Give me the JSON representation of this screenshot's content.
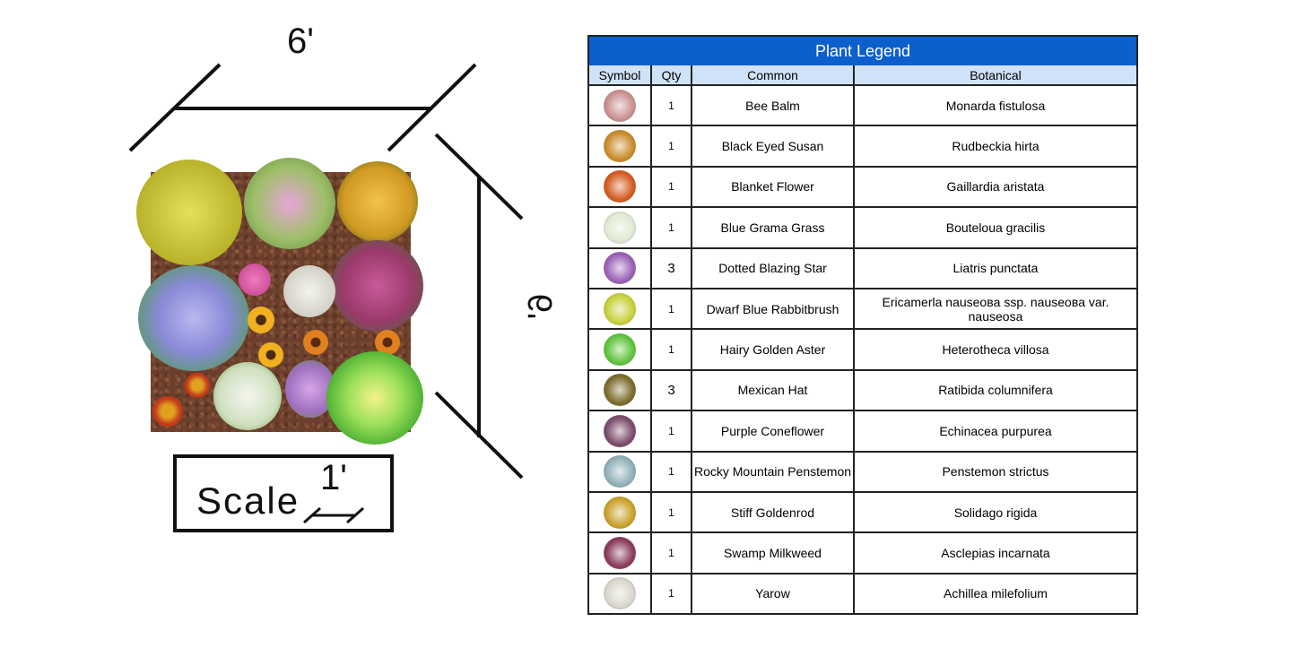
{
  "plan": {
    "width_label": "6'",
    "length_label": "6'",
    "scale_label": "Scale",
    "scale_unit": "1'"
  },
  "legend": {
    "title": "Plant Legend",
    "headers": [
      "Symbol",
      "Qty",
      "Common",
      "Botanical"
    ],
    "rows": [
      {
        "symbol": "bee-balm-symbol",
        "color": "#c98f8f",
        "qty": "1",
        "common": "Bee Balm",
        "botanical": "Monarda fistulosa"
      },
      {
        "symbol": "black-eyed-susan-symbol",
        "color": "#c98a2a",
        "qty": "1",
        "common": "Black Eyed Susan",
        "botanical": "Rudbeckia hirta"
      },
      {
        "symbol": "blanket-flower-symbol",
        "color": "#d45a1e",
        "qty": "1",
        "common": "Blanket Flower",
        "botanical": "Gaillardia aristata"
      },
      {
        "symbol": "blue-grama-grass-symbol",
        "color": "#dfe9d2",
        "qty": "1",
        "common": "Blue Grama Grass",
        "botanical": "Bouteloua gracilis"
      },
      {
        "symbol": "dotted-blazing-star-symbol",
        "color": "#9a5fb5",
        "qty": "3",
        "common": "Dotted Blazing Star",
        "botanical": "Liatris punctata"
      },
      {
        "symbol": "dwarf-blue-rabbitbrush-symbol",
        "color": "#c7cf3a",
        "qty": "1",
        "common": "Dwarf Blue Rabbitbrush",
        "botanical": "Ericamerla nauseoвa ssp. nauseoвa var. nauseosa"
      },
      {
        "symbol": "hairy-golden-aster-symbol",
        "color": "#5ec33b",
        "qty": "1",
        "common": "Hairy Golden Aster",
        "botanical": "Heterotheca villosa"
      },
      {
        "symbol": "mexican-hat-symbol",
        "color": "#7a6a2a",
        "qty": "3",
        "common": "Mexican Hat",
        "botanical": "Ratibida columnifera"
      },
      {
        "symbol": "purple-coneflower-symbol",
        "color": "#7a4a6a",
        "qty": "1",
        "common": "Purple Coneflower",
        "botanical": "Echinacea purpurea"
      },
      {
        "symbol": "rocky-mountain-penstemon-symbol",
        "color": "#8fb0b8",
        "qty": "1",
        "common": "Rocky Mountain Penstemon",
        "botanical": "Penstemon strictus"
      },
      {
        "symbol": "stiff-goldenrod-symbol",
        "color": "#c9a12a",
        "qty": "1",
        "common": "Stiff Goldenrod",
        "botanical": "Solidago rigida"
      },
      {
        "symbol": "swamp-milkweed-symbol",
        "color": "#8a3a5a",
        "qty": "1",
        "common": "Swamp Milkweed",
        "botanical": "Asclepias incarnata"
      },
      {
        "symbol": "yarow-symbol",
        "color": "#d8d6cc",
        "qty": "1",
        "common": "Yarow",
        "botanical": "Achillea milefolium"
      }
    ]
  }
}
